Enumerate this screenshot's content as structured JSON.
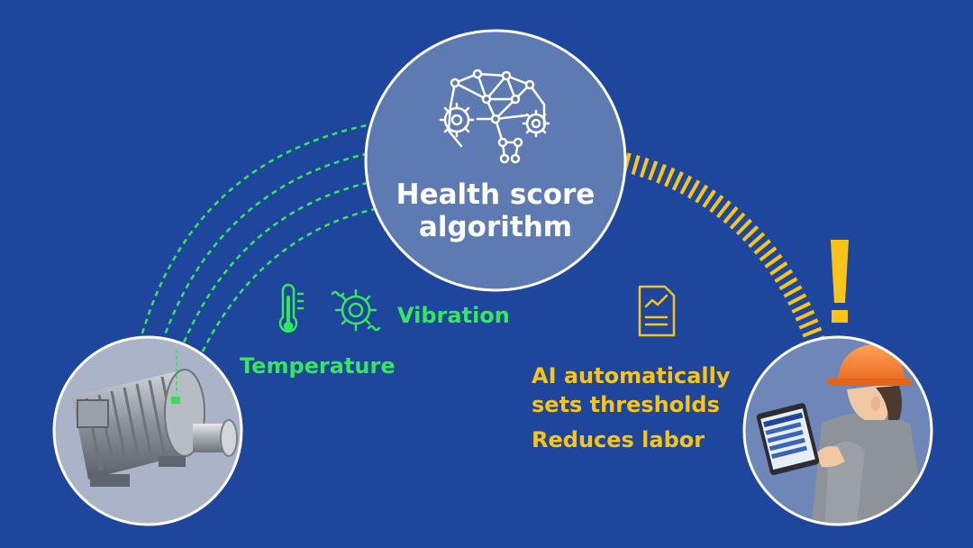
{
  "center_node": {
    "title_line1": "Health score",
    "title_line2": "algorithm",
    "icon": "brain-network-gears-icon"
  },
  "sensors": {
    "vibration_label": "Vibration",
    "temperature_label": "Temperature",
    "vibration_icon": "gear-vibration-icon",
    "temperature_icon": "thermometer-icon"
  },
  "benefits": {
    "line1": "AI automatically",
    "line2": "sets thresholds",
    "line3": "Reduces labor",
    "icon": "document-chart-icon"
  },
  "worker": {
    "alert_icon": "exclamation-icon"
  },
  "colors": {
    "background": "#1e469c",
    "circle_fill": "#5d7bb2",
    "green": "#34e85a",
    "yellow": "#f8c41a",
    "white": "#ffffff"
  }
}
